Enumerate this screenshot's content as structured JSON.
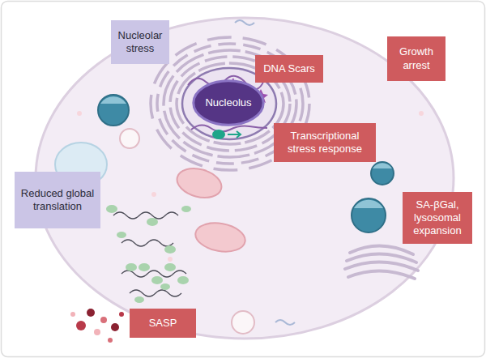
{
  "diagram": {
    "nodes": [
      {
        "text": [
          "Nucleolar stress"
        ]
      },
      {
        "text": [
          "DNA Scars"
        ]
      },
      {
        "text": [
          "Growth arrest"
        ]
      },
      {
        "text": [
          "Nucleolus"
        ]
      },
      {
        "text": [
          "Transcriptional stress response"
        ]
      },
      {
        "text": [
          "Reduced global translation"
        ]
      },
      {
        "text": [
          "SA-βGal, lysosomal expansion"
        ]
      },
      {
        "text": [
          "SASP"
        ]
      }
    ],
    "edges": []
  }
}
